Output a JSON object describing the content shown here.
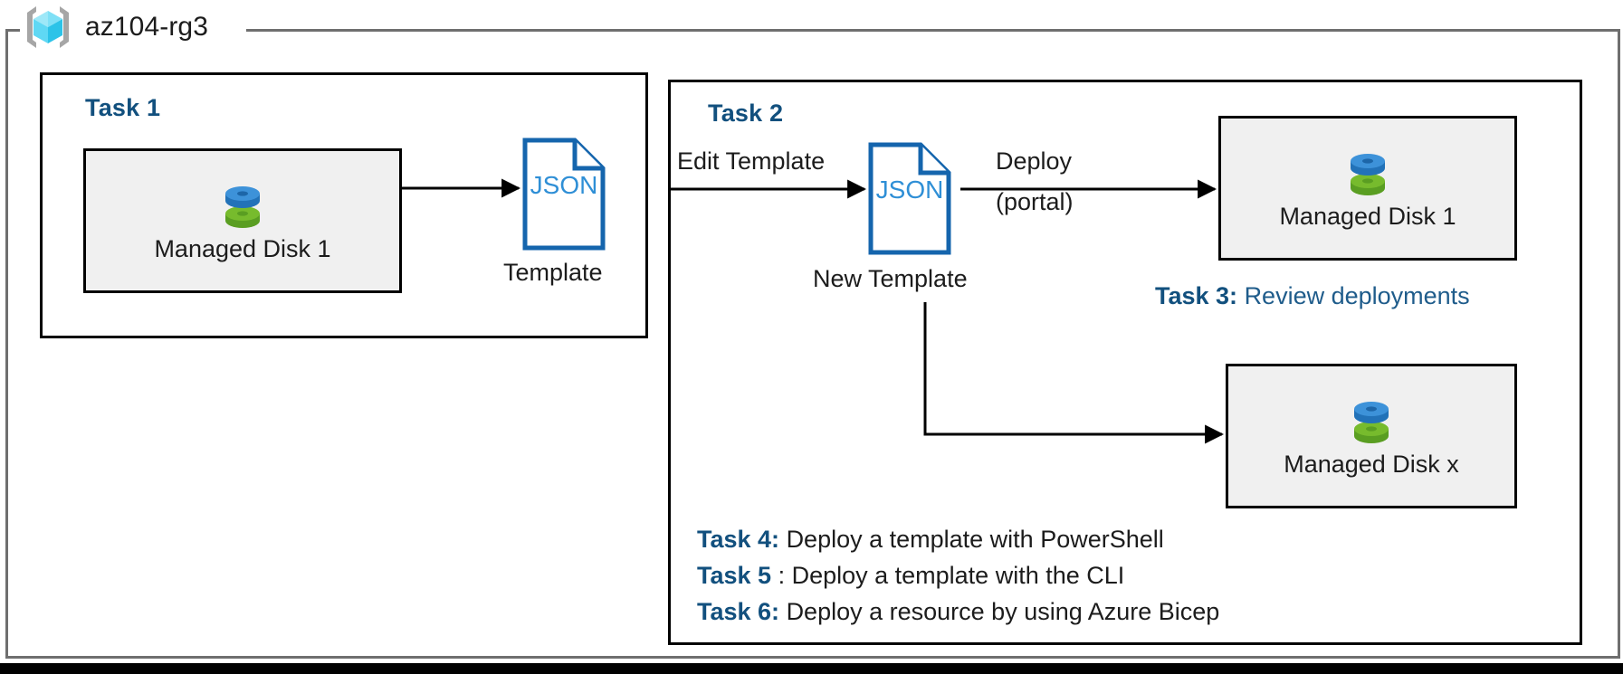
{
  "resource_group": {
    "name": "az104-rg3",
    "icon": "resource-group-cube-icon"
  },
  "groups": [
    {
      "id": "task1",
      "heading": "Task 1"
    },
    {
      "id": "task2",
      "heading": "Task 2"
    }
  ],
  "resources": [
    {
      "id": "disk1",
      "label": "Managed Disk 1",
      "icon": "managed-disk-icon"
    },
    {
      "id": "disk2",
      "label": "Managed Disk 1",
      "icon": "managed-disk-icon"
    },
    {
      "id": "disk3",
      "label": "Managed Disk x",
      "icon": "managed-disk-icon"
    }
  ],
  "documents": [
    {
      "id": "template",
      "glyph": "JSON",
      "caption": "Template",
      "icon": "json-file-icon"
    },
    {
      "id": "new-template",
      "glyph": "JSON",
      "caption": "New Template",
      "icon": "json-file-icon"
    }
  ],
  "connectors": {
    "edit_template": "Edit Template",
    "deploy_line1": "Deploy",
    "deploy_line2": "(portal)"
  },
  "notes": [
    {
      "id": "task3",
      "tag": "Task 3:",
      "text": "Review deployments",
      "style": "blue"
    },
    {
      "id": "task4",
      "tag": "Task 4:",
      "text": "Deploy a template with PowerShell",
      "style": "dark"
    },
    {
      "id": "task5",
      "tag": "Task 5",
      "text": ": Deploy a template with the CLI",
      "style": "dark"
    },
    {
      "id": "task6",
      "tag": "Task 6:",
      "text": "Deploy a resource by using Azure Bicep",
      "style": "dark"
    }
  ],
  "colors": {
    "heading_blue": "#12507E",
    "note_blue": "#1F5C8B",
    "json_blue": "#1565AD",
    "frame_gray": "#6F6F6F",
    "resource_fill": "#F0F0F0",
    "disk_top": "#3E91D6",
    "disk_bottom": "#6BB82E",
    "cube_cyan": "#4FD4F0"
  }
}
